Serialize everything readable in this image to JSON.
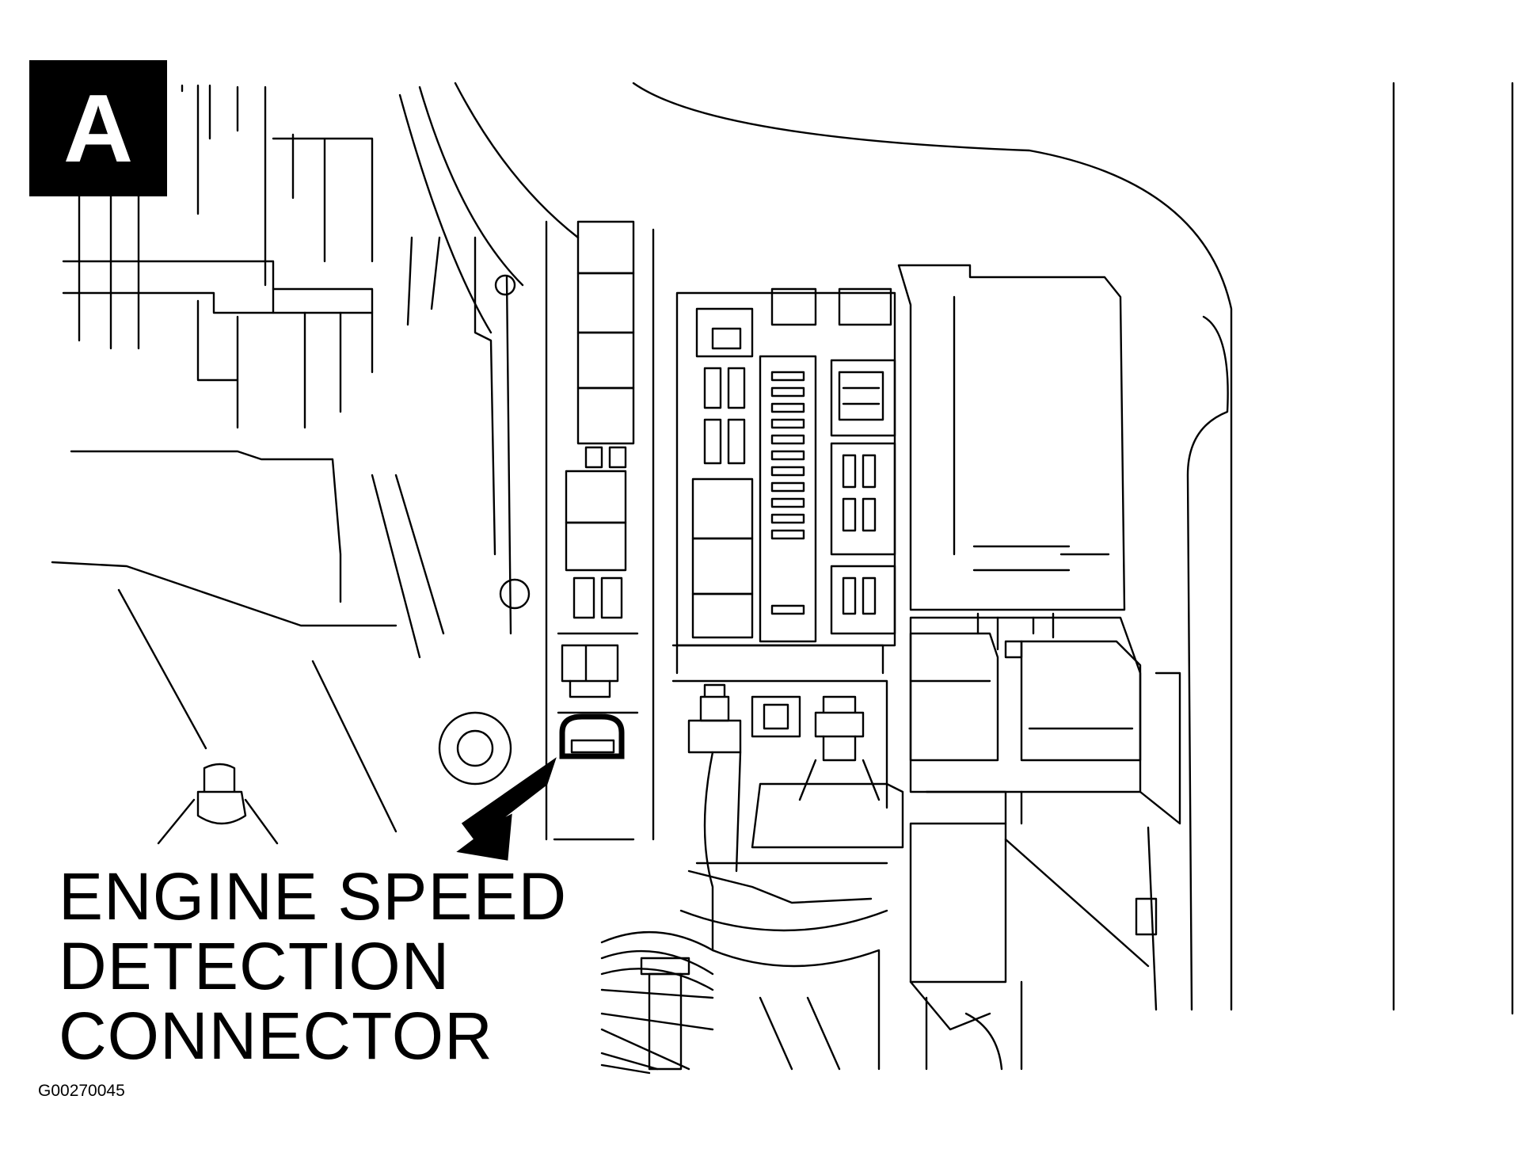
{
  "badge": {
    "letter": "A"
  },
  "caption": {
    "lines": [
      "ENGINE SPEED",
      "DETECTION",
      "CONNECTOR"
    ]
  },
  "figure_code": "G00270045",
  "colors": {
    "line": "#000000",
    "background": "#ffffff"
  },
  "icons": {
    "callout_arrow": "arrow-icon"
  }
}
